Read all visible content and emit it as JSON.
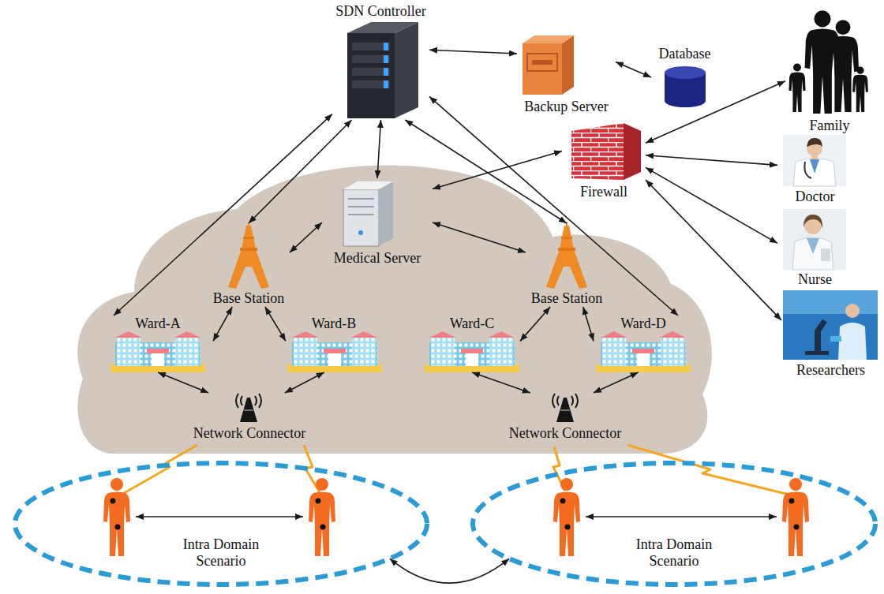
{
  "diagram": {
    "nodes": [
      {
        "text": [
          "SDN Controller"
        ]
      },
      {
        "text": [
          "Backup Server"
        ]
      },
      {
        "text": [
          "Database"
        ]
      },
      {
        "text": [
          "Firewall"
        ]
      },
      {
        "text": [
          "Family"
        ]
      },
      {
        "text": [
          "Doctor"
        ]
      },
      {
        "text": [
          "Nurse"
        ]
      },
      {
        "text": [
          "Researchers"
        ]
      },
      {
        "text": [
          "Medical Server"
        ]
      },
      {
        "text": [
          "Base Station"
        ]
      },
      {
        "text": [
          "Base Station"
        ]
      },
      {
        "text": [
          "Ward-A"
        ]
      },
      {
        "text": [
          "Ward-B"
        ]
      },
      {
        "text": [
          "Ward-C"
        ]
      },
      {
        "text": [
          "Ward-D"
        ]
      },
      {
        "text": [
          "Network Connector"
        ]
      },
      {
        "text": [
          "Network Connector"
        ]
      },
      {
        "text": [
          "Intra Domain Scenario"
        ]
      },
      {
        "text": [
          "Intra Domain Scenario"
        ]
      }
    ],
    "edges": [
      {
        "from": 0,
        "to": 1,
        "arrow": "both"
      },
      {
        "from": 1,
        "to": 2,
        "arrow": "both"
      },
      {
        "from": 0,
        "to": 8,
        "arrow": "both"
      },
      {
        "from": 0,
        "to": 11,
        "arrow": "both"
      },
      {
        "from": 0,
        "to": 9,
        "arrow": "both"
      },
      {
        "from": 0,
        "to": 10,
        "arrow": "both"
      },
      {
        "from": 0,
        "to": 14,
        "arrow": "both"
      },
      {
        "from": 3,
        "to": 8,
        "arrow": "both"
      },
      {
        "from": 3,
        "to": 4,
        "arrow": "both"
      },
      {
        "from": 3,
        "to": 5,
        "arrow": "both"
      },
      {
        "from": 3,
        "to": 6,
        "arrow": "both"
      },
      {
        "from": 3,
        "to": 7,
        "arrow": "both"
      },
      {
        "from": 8,
        "to": 9,
        "arrow": "both"
      },
      {
        "from": 8,
        "to": 10,
        "arrow": "both"
      },
      {
        "from": 9,
        "to": 11,
        "arrow": "both"
      },
      {
        "from": 9,
        "to": 12,
        "arrow": "both"
      },
      {
        "from": 10,
        "to": 13,
        "arrow": "both"
      },
      {
        "from": 10,
        "to": 14,
        "arrow": "both"
      },
      {
        "from": 11,
        "to": 15,
        "arrow": "both"
      },
      {
        "from": 12,
        "to": 15,
        "arrow": "both"
      },
      {
        "from": 13,
        "to": 16,
        "arrow": "both"
      },
      {
        "from": 14,
        "to": 16,
        "arrow": "both"
      },
      {
        "from": 17,
        "to": 18,
        "arrow": "both"
      }
    ]
  }
}
